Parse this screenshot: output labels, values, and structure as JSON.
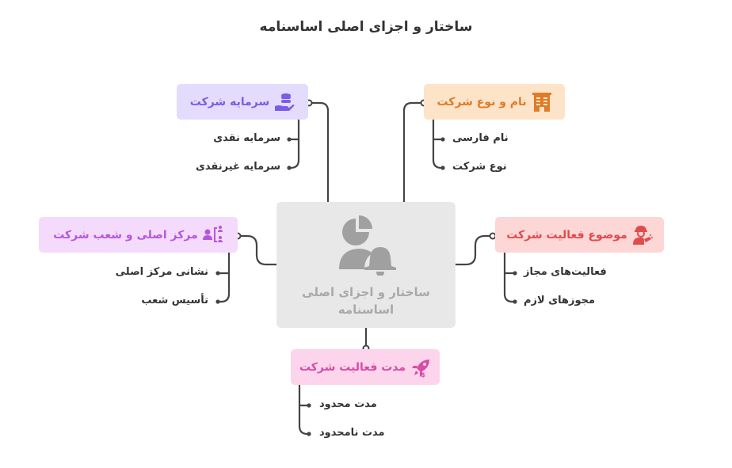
{
  "title": "ساختار و اجزای اصلی اساسنامه",
  "center": {
    "label": "ساختار و اجزای اصلی اساسنامه",
    "icon": "user-pie-bell-icon",
    "color": "#e8e8e8"
  },
  "branches": [
    {
      "id": "capital",
      "label": "سرمایه شرکت",
      "icon": "coins-hand-icon",
      "bg": "#e3dcfc",
      "fg": "#7b5ce8",
      "children": [
        "سرمایه نقدی",
        "سرمایه غیرنقدی"
      ]
    },
    {
      "id": "name-type",
      "label": "نام و نوع شرکت",
      "icon": "building-icon",
      "bg": "#fde3c8",
      "fg": "#e07b27",
      "children": [
        "نام فارسی",
        "نوع شرکت"
      ]
    },
    {
      "id": "headquarters",
      "label": "مرکز اصلی و شعب شرکت",
      "icon": "org-branches-icon",
      "bg": "#f4dbfb",
      "fg": "#b557dd",
      "children": [
        "نشانی مرکز اصلی",
        "تأسیس شعب"
      ]
    },
    {
      "id": "activity",
      "label": "موضوع فعالیت شرکت",
      "icon": "worker-tools-icon",
      "bg": "#fdd6d6",
      "fg": "#e04b4b",
      "children": [
        "فعالیت‌های مجاز",
        "مجوزهای لازم"
      ]
    },
    {
      "id": "duration",
      "label": "مدت فعالیت شرکت",
      "icon": "rocket-dollar-icon",
      "bg": "#fcd5ec",
      "fg": "#d94ba5",
      "children": [
        "مدت محدود",
        "مدت نامحدود"
      ]
    }
  ],
  "colors": {
    "link": "#444444",
    "leaf_text": "#333333",
    "title_text": "#333333",
    "center_text": "#a9a9a9"
  }
}
